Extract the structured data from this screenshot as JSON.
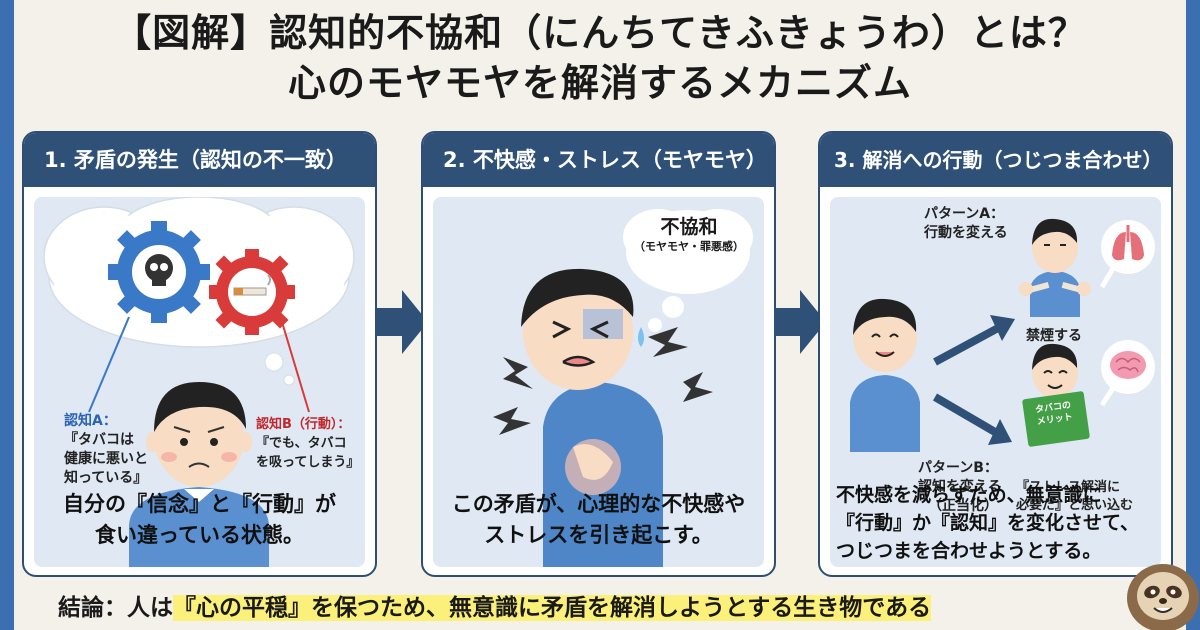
{
  "title": {
    "line1": "【図解】認知的不協和（にんちてきふきょうわ）とは？",
    "line2": "心のモヤモヤを解消するメカニズム"
  },
  "panels": [
    {
      "heading": "1. 矛盾の発生（認知の不一致）",
      "cognition_a_title": "認知A：",
      "cognition_a_text": [
        "『タバコは",
        "健康に悪いと",
        "知っている』"
      ],
      "cognition_b_title": "認知B（行動）：",
      "cognition_b_text": [
        "『でも、タバコ",
        "を吸ってしまう』"
      ],
      "description": [
        "自分の『信念』と『行動』が",
        "食い違っている状態。"
      ]
    },
    {
      "heading": "2. 不快感・ストレス（モヤモヤ）",
      "bubble_title": "不協和",
      "bubble_sub": "（モヤモヤ・罪悪感）",
      "description": [
        "この矛盾が、心理的な不快感や",
        "ストレスを引き起こす。"
      ]
    },
    {
      "heading": "3. 解消への行動（つじつま合わせ）",
      "pattern_a_text": [
        "パターンA：",
        "行動を変える"
      ],
      "pattern_a_result": "禁煙する",
      "pattern_b_text": [
        "パターンB：",
        "認知を変える",
        "（正当化）"
      ],
      "book_title": [
        "タバコの",
        "メリット"
      ],
      "pattern_b_result": [
        "『ストレス解消に",
        "必要だ』と思い込む"
      ],
      "description": [
        "不快感を減らすため、無意識に",
        "『行動』か『認知』を変化させて、",
        "つじつまを合わせようとする。"
      ]
    }
  ],
  "conclusion": {
    "prefix": "結論：人は",
    "highlight": "『心の平穏』",
    "suffix": "を保つため、無意識に矛盾を解消しようとする生き物である"
  },
  "colors": {
    "frame": "#3b6fb0",
    "panel_header": "#2f5077",
    "panel_body": "#dfe8f3",
    "arrow": "#2f5077",
    "highlight": "#fbf17a",
    "gear_blue": "#3a78c8",
    "gear_red": "#d93a3a"
  }
}
